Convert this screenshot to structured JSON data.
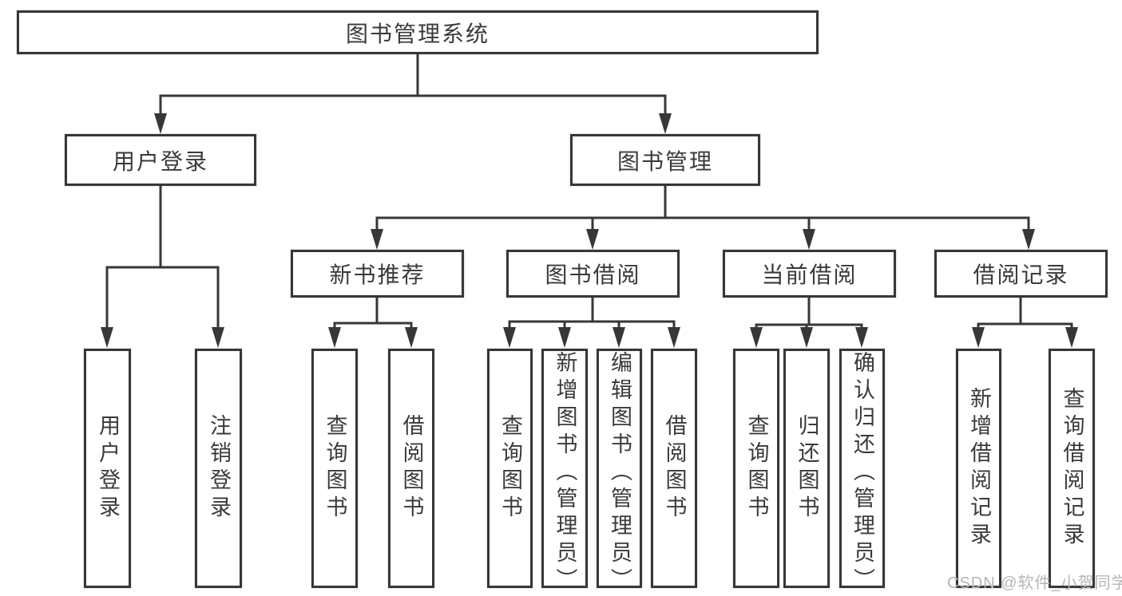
{
  "diagram": {
    "root": {
      "label": "图书管理系统"
    },
    "level2": [
      {
        "label": "用户登录"
      },
      {
        "label": "图书管理"
      }
    ],
    "level3": [
      {
        "label": "新书推荐"
      },
      {
        "label": "图书借阅"
      },
      {
        "label": "当前借阅"
      },
      {
        "label": "借阅记录"
      }
    ],
    "leaves": {
      "user_login": [
        "用户登录",
        "注销登录"
      ],
      "new_books": [
        "查询图书",
        "借阅图书"
      ],
      "borrow": [
        "查询图书",
        "新增图书（管理员）",
        "编辑图书（管理员）",
        "借阅图书"
      ],
      "current": [
        "查询图书",
        "归还图书",
        "确认归还（管理员）"
      ],
      "records": [
        "新增借阅记录",
        "查询借阅记录"
      ]
    },
    "watermark": "CSDN @软件_小贺同学",
    "colors": {
      "line": "#373737",
      "text": "#3a3a3a",
      "watermark": "#b6b6b6",
      "background": "#ffffff"
    }
  }
}
